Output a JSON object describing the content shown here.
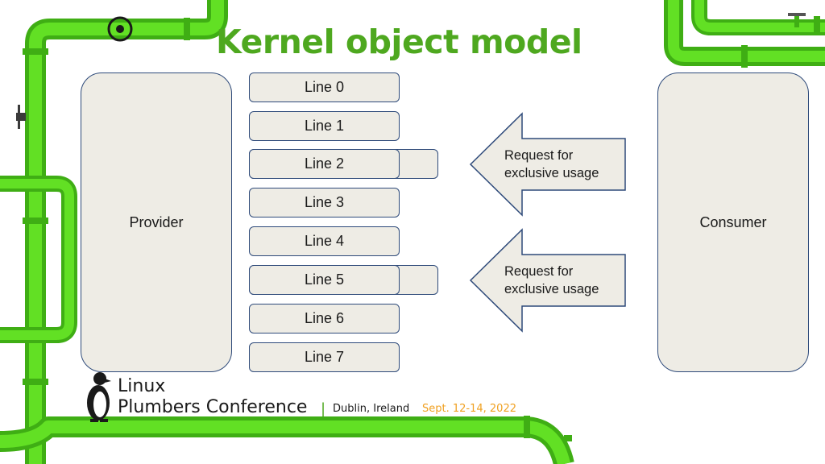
{
  "title": "Kernel object model",
  "provider": {
    "label": "Provider"
  },
  "consumer": {
    "label": "Consumer"
  },
  "lines": [
    "Line 0",
    "Line 1",
    "Line 2",
    "Line 3",
    "Line 4",
    "Line 5",
    "Line 6",
    "Line 7"
  ],
  "requests": [
    {
      "line1": "Request for",
      "line2": "exclusive usage",
      "target": "Line 2"
    },
    {
      "line1": "Request for",
      "line2": "exclusive usage",
      "target": "Line 5"
    }
  ],
  "footer": {
    "brand_line1": "Linux",
    "brand_line2": "Plumbers Conference",
    "separator": "|",
    "location": "Dublin, Ireland",
    "dates": "Sept. 12-14, 2022"
  },
  "colors": {
    "pipe_green": "#4fd11a",
    "title_green": "#4ea81f",
    "box_fill": "#eeece5",
    "box_border": "#2e4a7a",
    "dates_orange": "#f0a020"
  }
}
